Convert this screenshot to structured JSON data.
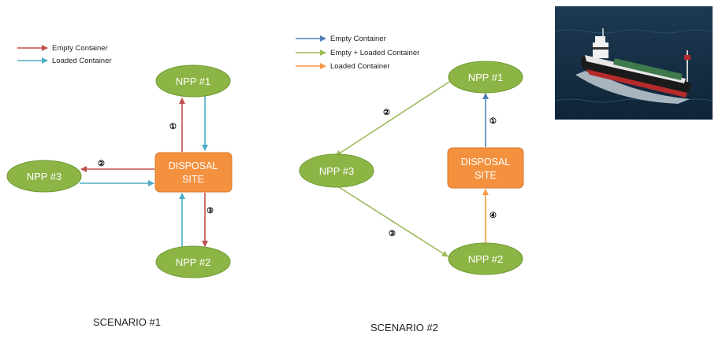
{
  "scenario1": {
    "title": "SCENARIO #1",
    "legend": [
      {
        "label": "Empty Container",
        "color": "#c0504d"
      },
      {
        "label": "Loaded Container",
        "color": "#4bacc6"
      }
    ],
    "site": {
      "line1": "DISPOSAL",
      "line2": "SITE"
    },
    "nodes": {
      "npp1": "NPP #1",
      "npp2": "NPP #2",
      "npp3": "NPP #3"
    },
    "steps": {
      "s1": "①",
      "s2": "②",
      "s3": "③"
    }
  },
  "scenario2": {
    "title": "SCENARIO #2",
    "legend": [
      {
        "label": "Empty Container",
        "color": "#4f81bd"
      },
      {
        "label": "Empty + Loaded Container",
        "color": "#9bbb59"
      },
      {
        "label": "Loaded Container",
        "color": "#f79646"
      }
    ],
    "site": {
      "line1": "DISPOSAL",
      "line2": "SITE"
    },
    "nodes": {
      "npp1": "NPP #1",
      "npp2": "NPP #2",
      "npp3": "NPP #3"
    },
    "steps": {
      "s1": "①",
      "s2": "②",
      "s3": "③",
      "s4": "④"
    }
  },
  "colors": {
    "node_fill": "#8db545",
    "node_stroke": "#6f9a33",
    "site_fill": "#f4913f",
    "site_stroke": "#d9772a"
  },
  "photo": {
    "subject": "cargo-ship"
  }
}
